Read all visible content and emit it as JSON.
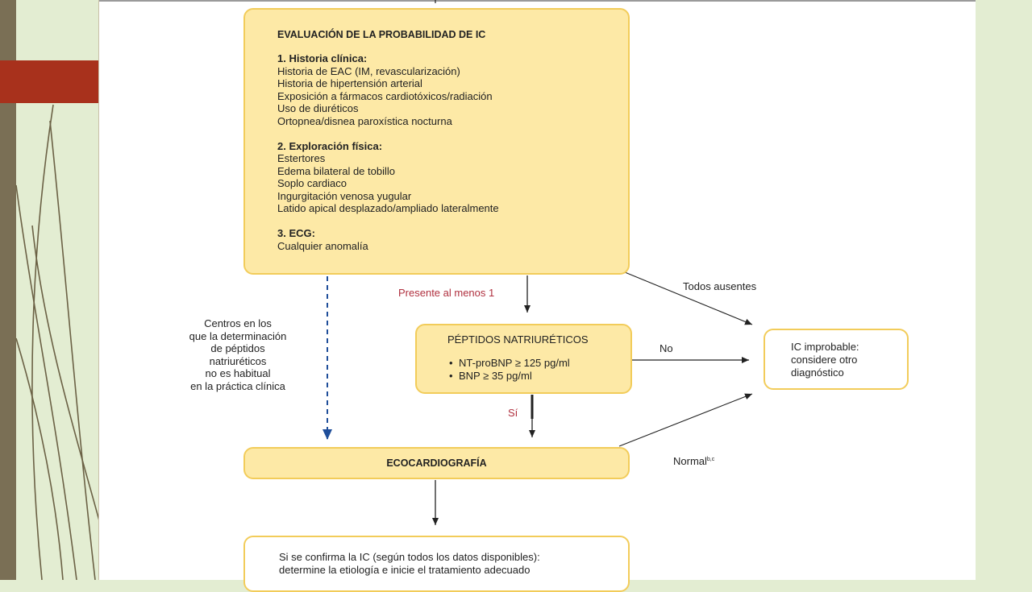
{
  "diagram": {
    "evaluation": {
      "title": "EVALUACIÓN DE LA PROBABILIDAD DE IC",
      "sections": [
        {
          "heading": "1. Historia clínica:",
          "items": [
            "Historia de EAC (IM, revascularización)",
            "Historia de hipertensión arterial",
            "Exposición a fármacos cardiotóxicos/radiación",
            "Uso de diuréticos",
            "Ortopnea/disnea paroxística nocturna"
          ]
        },
        {
          "heading": "2. Exploración física:",
          "items": [
            "Estertores",
            "Edema bilateral de tobillo",
            "Soplo cardiaco",
            "Ingurgitación venosa yugular",
            "Latido apical desplazado/ampliado lateralmente"
          ]
        },
        {
          "heading": "3. ECG:",
          "items": [
            "Cualquier anomalía"
          ]
        }
      ]
    },
    "natriuretic": {
      "title": "PÉPTIDOS NATRIURÉTICOS",
      "items": [
        "NT-proBNP ≥ 125 pg/ml",
        "BNP ≥ 35 pg/ml"
      ]
    },
    "improbable": {
      "lines": [
        "IC improbable:",
        "considere otro",
        "diagnóstico"
      ]
    },
    "echo": {
      "title": "ECOCARDIOGRAFÍA"
    },
    "confirm": {
      "lines": [
        "Si se confirma la IC (según todos los datos disponibles):",
        "determine la etiología e inicie el tratamiento adecuado"
      ]
    },
    "labels": {
      "present_one": "Presente al menos 1",
      "all_absent": "Todos ausentes",
      "no": "No",
      "yes": "Sí",
      "normal": "Normal",
      "normal_sup": "b,c",
      "side_note": [
        "Centros en los",
        "que la determinación",
        "de péptidos",
        "natriuréticos",
        "no es habitual",
        "en la práctica clínica"
      ]
    }
  }
}
